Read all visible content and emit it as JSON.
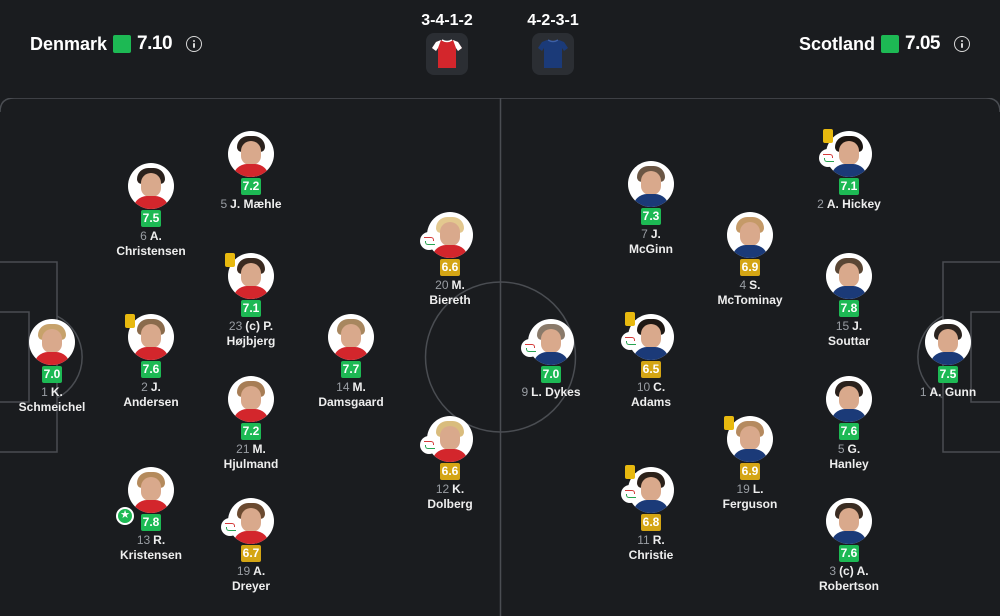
{
  "home": {
    "name": "Denmark",
    "rating": "7.10",
    "formation": "3-4-1-2",
    "kit_color": "#d3262c",
    "players": [
      {
        "id": "schmeichel",
        "num": "1",
        "name1": "K.",
        "name2": "Schmeichel",
        "rating": "7.0",
        "rc": "green",
        "badges": []
      },
      {
        "id": "christensen",
        "num": "6",
        "name1": "A.",
        "name2": "Christensen",
        "rating": "7.5",
        "rc": "green",
        "badges": []
      },
      {
        "id": "andersen",
        "num": "2",
        "name1": "J.",
        "name2": "Andersen",
        "rating": "7.6",
        "rc": "green",
        "badges": [
          "yellow"
        ]
      },
      {
        "id": "kristensen",
        "num": "13",
        "name1": "R.",
        "name2": "Kristensen",
        "rating": "7.8",
        "rc": "green",
        "badges": [
          "star"
        ]
      },
      {
        "id": "maehle",
        "num": "5",
        "name1": "J. Mæhle",
        "name2": "",
        "rating": "7.2",
        "rc": "green",
        "badges": []
      },
      {
        "id": "hojbjerg",
        "num": "23",
        "name1": "(c) P.",
        "name2": "Højbjerg",
        "rating": "7.1",
        "rc": "green",
        "badges": [
          "yellow"
        ]
      },
      {
        "id": "hjulmand",
        "num": "21",
        "name1": "M.",
        "name2": "Hjulmand",
        "rating": "7.2",
        "rc": "green",
        "badges": []
      },
      {
        "id": "dreyer",
        "num": "19",
        "name1": "A.",
        "name2": "Dreyer",
        "rating": "6.7",
        "rc": "yellow",
        "badges": [
          "sub"
        ]
      },
      {
        "id": "damsgaard",
        "num": "14",
        "name1": "M.",
        "name2": "Damsgaard",
        "rating": "7.7",
        "rc": "green",
        "badges": []
      },
      {
        "id": "biereth",
        "num": "20",
        "name1": "M.",
        "name2": "Biereth",
        "rating": "6.6",
        "rc": "yellow",
        "badges": [
          "sub"
        ]
      },
      {
        "id": "dolberg",
        "num": "12",
        "name1": "K.",
        "name2": "Dolberg",
        "rating": "6.6",
        "rc": "yellow",
        "badges": [
          "sub"
        ]
      }
    ]
  },
  "away": {
    "name": "Scotland",
    "rating": "7.05",
    "formation": "4-2-3-1",
    "kit_color": "#1b3a78",
    "players": [
      {
        "id": "dykes",
        "num": "9",
        "name1": "L. Dykes",
        "name2": "",
        "rating": "7.0",
        "rc": "green",
        "badges": [
          "sub"
        ]
      },
      {
        "id": "mcginn",
        "num": "7",
        "name1": "J.",
        "name2": "McGinn",
        "rating": "7.3",
        "rc": "green",
        "badges": []
      },
      {
        "id": "adams",
        "num": "10",
        "name1": "C.",
        "name2": "Adams",
        "rating": "6.5",
        "rc": "yellow",
        "badges": [
          "yellow",
          "sub"
        ]
      },
      {
        "id": "christie",
        "num": "11",
        "name1": "R.",
        "name2": "Christie",
        "rating": "6.8",
        "rc": "yellow",
        "badges": [
          "yellow",
          "sub"
        ]
      },
      {
        "id": "mctominay",
        "num": "4",
        "name1": "S.",
        "name2": "McTominay",
        "rating": "6.9",
        "rc": "yellow",
        "badges": []
      },
      {
        "id": "ferguson",
        "num": "19",
        "name1": "L.",
        "name2": "Ferguson",
        "rating": "6.9",
        "rc": "yellow",
        "badges": [
          "yellow"
        ]
      },
      {
        "id": "hickey",
        "num": "2",
        "name1": "A. Hickey",
        "name2": "",
        "rating": "7.1",
        "rc": "green",
        "badges": [
          "yellow",
          "sub"
        ]
      },
      {
        "id": "souttar",
        "num": "15",
        "name1": "J.",
        "name2": "Souttar",
        "rating": "7.8",
        "rc": "green",
        "badges": []
      },
      {
        "id": "hanley",
        "num": "5",
        "name1": "G.",
        "name2": "Hanley",
        "rating": "7.6",
        "rc": "green",
        "badges": []
      },
      {
        "id": "robertson",
        "num": "3",
        "name1": "(c) A.",
        "name2": "Robertson",
        "rating": "7.6",
        "rc": "green",
        "badges": []
      },
      {
        "id": "gunn",
        "num": "1",
        "name1": "A. Gunn",
        "name2": "",
        "rating": "7.5",
        "rc": "green",
        "badges": []
      }
    ]
  },
  "colors": {
    "rating_green": "#1db954",
    "rating_yellow": "#d4a514",
    "card_yellow": "#e8b90f"
  },
  "icons": {
    "info": "info-icon",
    "substitution": "substitution-icon",
    "yellow_card": "yellow-card-icon",
    "player_of_match": "star-icon"
  }
}
